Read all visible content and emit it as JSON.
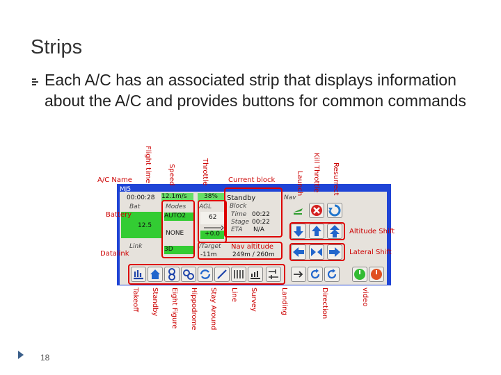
{
  "slide": {
    "title": "Strips",
    "bullet": "Each A/C has an associated strip that displays information about the A/C and provides buttons for common commands",
    "page_number": "18"
  },
  "strip": {
    "ac_name": "MJ5",
    "flight_time": "00:00:28",
    "speed": "12.1m/s",
    "throttle": "38%",
    "block_name": "Standby",
    "nav": "Nav",
    "bat_label": "Bat",
    "bat_value": "12.5",
    "modes": "AUTO2",
    "modes2": "NONE",
    "modes3": "3D",
    "agl_value": "62",
    "agl_delta": "+0.0",
    "block_label": "Block",
    "time_label": "Time",
    "time_value": "00:22",
    "stage_label": "Stage",
    "stage_value": "00:22",
    "eta_label": "ETA",
    "eta_value": "N/A",
    "link_label": "Link",
    "target_label": "/Target",
    "target_value": "-11m",
    "dist_value": "249m / 260m",
    "modes_label": "Modes",
    "agl_label": "AGL"
  },
  "annotations": {
    "ac_name": "A/C Name",
    "battery": "Battery",
    "datalink": "Datalink",
    "current_block": "Current block",
    "nav_altitude": "Nav altitude",
    "altitude_shift": "Altitude Shift",
    "lateral_shift": "Lateral Shift",
    "vertical_top": [
      "Flight time",
      "Speed",
      "Throttle",
      "Launch",
      "Kill Throttle",
      "Resurrect"
    ],
    "vertical_bottom": [
      "Takeoff",
      "Standby",
      "Eight Figure",
      "Hippodrome",
      "Stay Around",
      "Line",
      "Survey",
      "Landing",
      "Direction",
      "video"
    ]
  },
  "colors": {
    "strip_blue": "#1f44d6",
    "annot_red": "#cc0000",
    "green": "#33cc33"
  }
}
